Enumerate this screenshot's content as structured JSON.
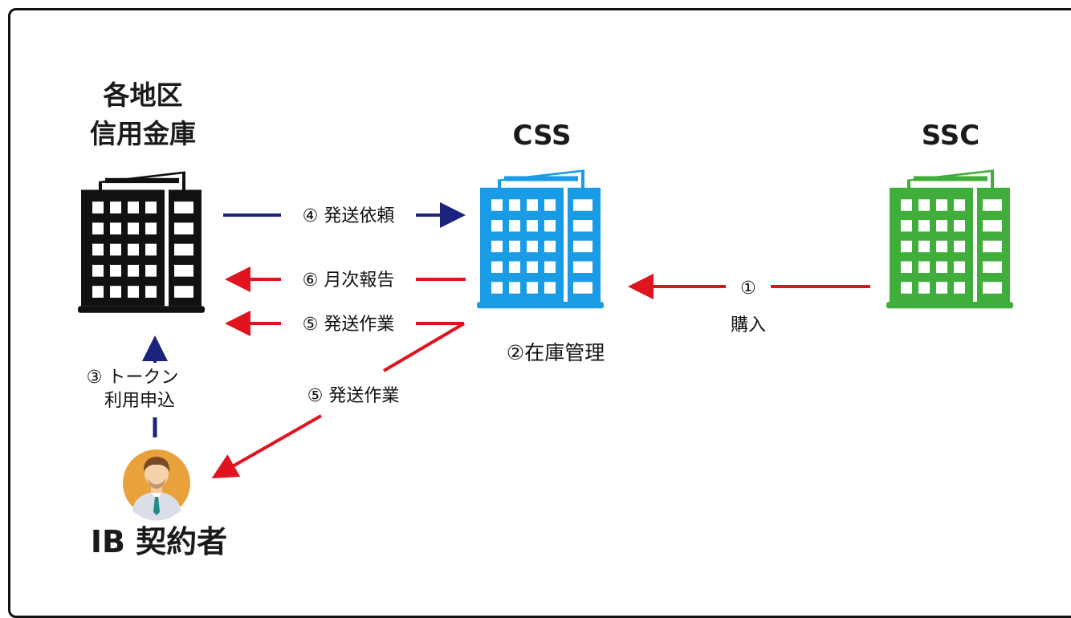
{
  "nodes": {
    "shinkin": {
      "title_line1": "各地区",
      "title_line2": "信用金庫",
      "color": "#111111"
    },
    "css": {
      "title": "CSS",
      "sublabel": "②在庫管理",
      "color": "#1a9be6"
    },
    "ssc": {
      "title": "SSC",
      "color": "#3fae3a"
    },
    "ib": {
      "title": "IB 契約者"
    }
  },
  "edges": {
    "e4": {
      "label": "④ 発送依頼",
      "color": "#1c237e"
    },
    "e6": {
      "label": "⑥ 月次報告",
      "color": "#e0141e"
    },
    "e5a": {
      "label": "⑤ 発送作業",
      "color": "#e0141e"
    },
    "e5b": {
      "label": "⑤ 発送作業",
      "color": "#e0141e"
    },
    "e1": {
      "label_top": "①",
      "label_bottom": "購入",
      "color": "#e0141e"
    },
    "e3": {
      "label_line1": "③ トークン",
      "label_line2": "利用申込",
      "color": "#1c237e"
    }
  }
}
